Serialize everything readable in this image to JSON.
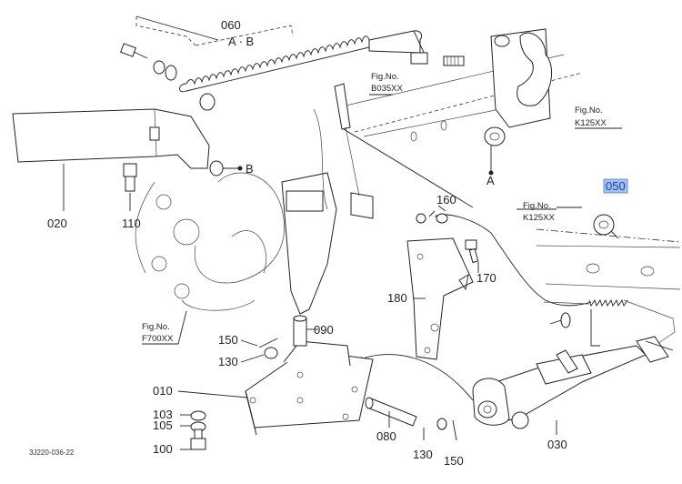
{
  "callouts": {
    "p010": "010",
    "p020": "020",
    "p030": "030",
    "p050": "050",
    "p060": "060",
    "p080": "080",
    "p090": "090",
    "p100": "100",
    "p103": "103",
    "p105": "105",
    "p110": "110",
    "p130a": "130",
    "p130b": "130",
    "p150a": "150",
    "p150b": "150",
    "p160": "160",
    "p170": "170",
    "p180": "180"
  },
  "refs": {
    "ab_group": "A · B",
    "ref_a": "A",
    "ref_b": "B"
  },
  "figrefs": {
    "b035_label": "Fig.No.",
    "b035_code": "B035XX",
    "k125_top_label": "Fig.No.",
    "k125_top_code": "K125XX",
    "k125_mid_label": "Fig.No.",
    "k125_mid_code": "K125XX",
    "f700_label": "Fig.No.",
    "f700_code": "F700XX"
  },
  "drawing_id": "3J220-036-22",
  "colors": {
    "line": "#222222",
    "highlight_box": "#9fc3ee",
    "highlight_text": "#1a3fb0"
  }
}
